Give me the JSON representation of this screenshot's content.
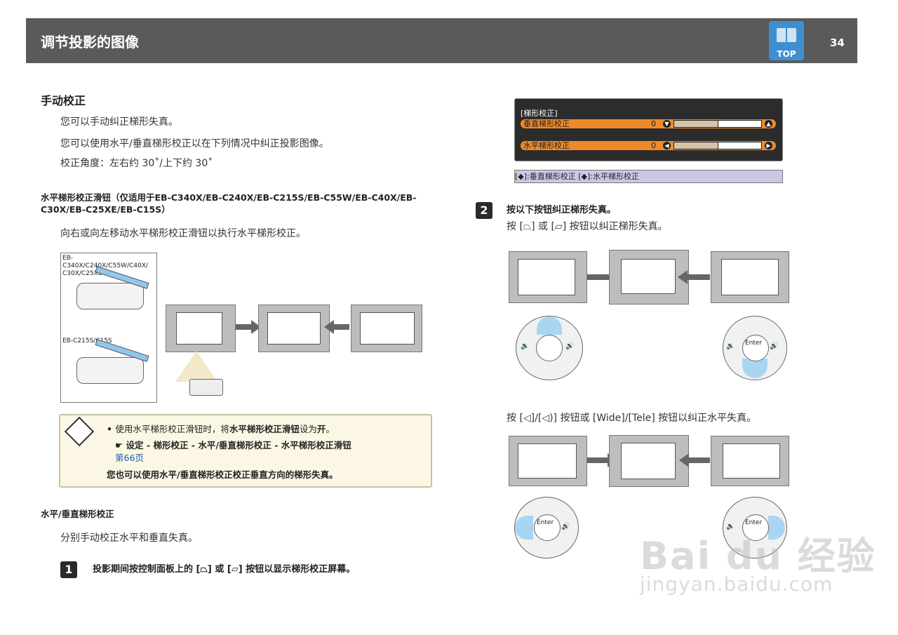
{
  "header": {
    "title": "调节投影的图像",
    "page_number": "34",
    "top_label": "TOP"
  },
  "left": {
    "section_title": "手动校正",
    "para1": "您可以手动纠正梯形失真。",
    "para2": "您可以使用水平/垂直梯形校正以在下列情况中纠正投影图像。",
    "para3": "校正角度：左右约 30˚/上下约 30˚",
    "sub1_line1": "水平梯形校正滑钮（仅适用于EB-C340X/EB-C240X/EB-C215S/EB-C55W/EB-C40X/EB-",
    "sub1_line2": "C30X/EB-C25XE/EB-C15S）",
    "sub1_para": "向右或向左移动水平梯形校正滑钮以执行水平梯形校正。",
    "fig_label1_l1": "EB-C340X/C240X/C55W/C40X/",
    "fig_label1_l2": "C30X/C25XE",
    "fig_label2": "EB-C215S/C15S",
    "note_bullet1_a": "使用水平梯形校正滑钮时，将",
    "note_bullet1_b": "水平梯形校正滑钮",
    "note_bullet1_c": "设为",
    "note_bullet1_d": "开",
    "note_bullet1_e": "。",
    "note_ref": "☛ 设定 - 梯形校正 - 水平/垂直梯形校正 - 水平梯形校正滑钮",
    "note_link": "第66页",
    "note_bullet2": "您也可以使用水平/垂直梯形校正校正垂直方向的梯形失真。",
    "sub2_title": "水平/垂直梯形校正",
    "sub2_para": "分别手动校正水平和垂直失真。",
    "step1_num": "1",
    "step1_text": "投影期间按控制面板上的 [⏢] 或 [⏥] 按钮以显示梯形校正屏幕。"
  },
  "right": {
    "osd_title": "[梯形校正]",
    "osd_vertical_label": "垂直梯形校正",
    "osd_vertical_value": "0",
    "osd_horizontal_label": "水平梯形校正",
    "osd_horizontal_value": "0",
    "osd_help": "[◆]:垂直梯形校正 [◆]:水平梯形校正",
    "step2_num": "2",
    "step2_title": "按以下按钮纠正梯形失真。",
    "step2_text": "按 [⏢] 或 [⏥] 按钮以纠正梯形失真。",
    "pad_enter": "Enter",
    "step2_text2": "按 [◁]/[◁)] 按钮或 [Wide]/[Tele] 按钮以纠正水平失真。"
  },
  "watermark": {
    "brand": "Bai du 经验",
    "url": "jingyan.baidu.com"
  }
}
